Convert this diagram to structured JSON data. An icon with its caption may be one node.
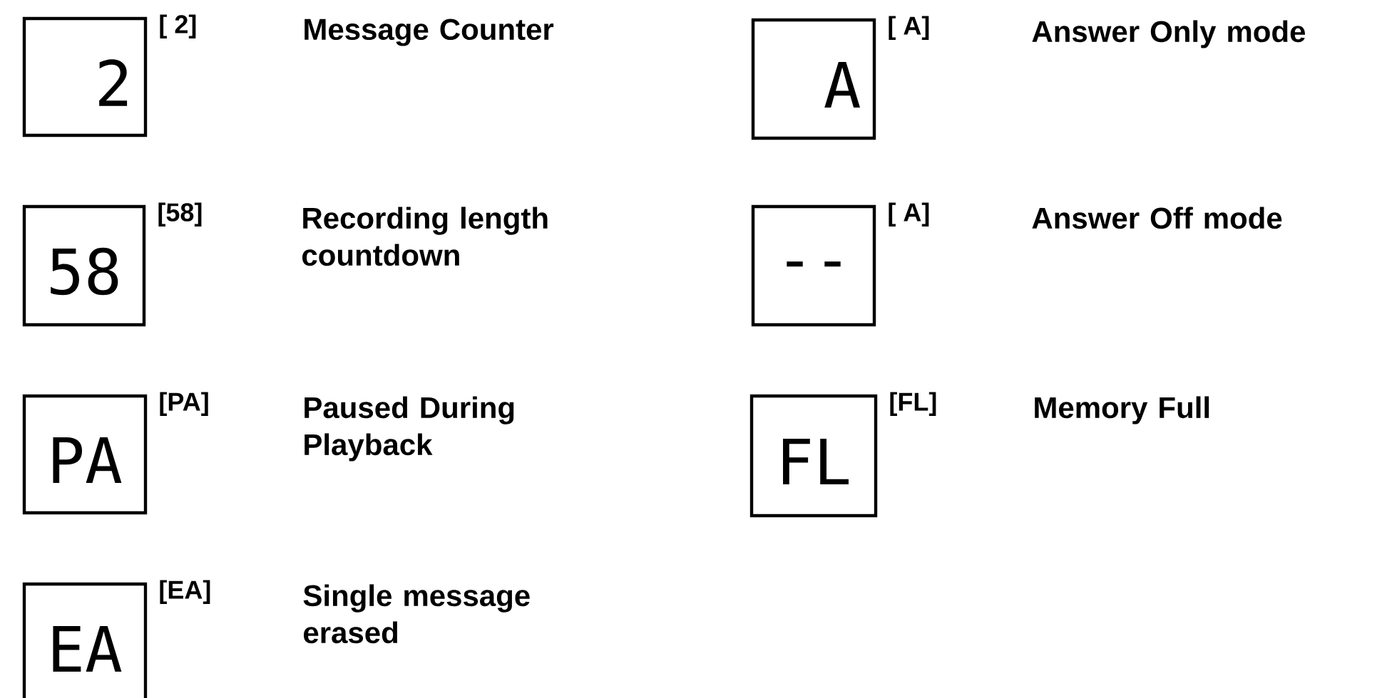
{
  "diagram": {
    "nodes": [
      {
        "text": [
          "2"
        ],
        "beside": [
          "[ 2]",
          "Message Counter"
        ]
      },
      {
        "text": [
          "58"
        ],
        "beside": [
          "[58]",
          "Recording length countdown"
        ]
      },
      {
        "text": [
          "PA"
        ],
        "beside": [
          "[PA]",
          "Paused During Playback"
        ]
      },
      {
        "text": [
          "EA"
        ],
        "beside": [
          "[EA]",
          "Single message erased"
        ]
      },
      {
        "text": [
          "A"
        ],
        "beside": [
          "[ A]",
          "Answer Only mode"
        ]
      },
      {
        "text": [
          "--"
        ],
        "beside": [
          "[ A]",
          "Answer Off mode"
        ]
      },
      {
        "text": [
          "FL"
        ],
        "beside": [
          "[FL]",
          "Memory Full"
        ]
      }
    ]
  }
}
